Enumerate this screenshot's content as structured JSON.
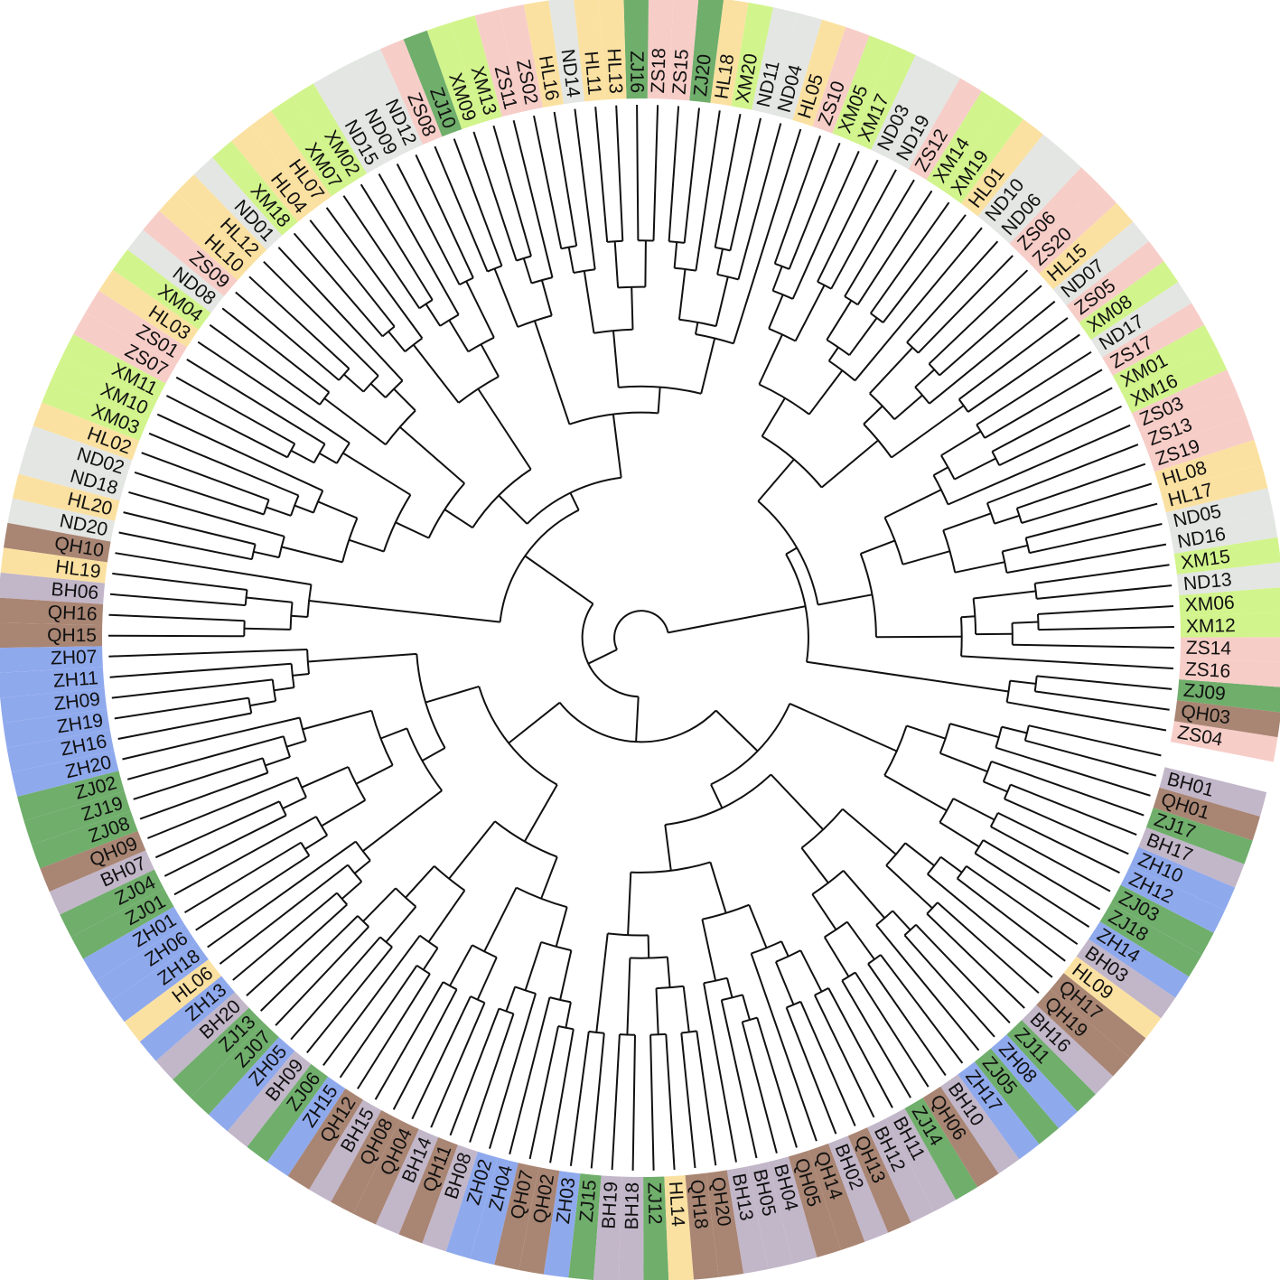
{
  "group_colors": {
    "ZS": "#f7cdc8",
    "XM": "#d2f48c",
    "ND": "#e3e6e3",
    "HL": "#fbe1a1",
    "ZJ": "#6fae6b",
    "QH": "#a98573",
    "BH": "#c2b6c9",
    "ZH": "#8fa9ed"
  },
  "tips": [
    "ZS04",
    "QH03",
    "ZJ09",
    "ZS16",
    "ZS14",
    "XM12",
    "XM06",
    "ND13",
    "XM15",
    "ND16",
    "ND05",
    "HL17",
    "HL08",
    "ZS19",
    "ZS13",
    "ZS03",
    "XM16",
    "XM01",
    "ZS17",
    "ND17",
    "XM08",
    "ZS05",
    "ND07",
    "HL15",
    "ZS20",
    "ZS06",
    "ND06",
    "ND10",
    "HL01",
    "XM19",
    "XM14",
    "ZS12",
    "ND19",
    "ND03",
    "XM17",
    "XM05",
    "ZS10",
    "HL05",
    "ND04",
    "ND11",
    "XM20",
    "HL18",
    "ZJ20",
    "ZS15",
    "ZS18",
    "ZJ16",
    "HL13",
    "HL11",
    "ND14",
    "HL16",
    "ZS02",
    "ZS11",
    "XM13",
    "XM09",
    "ZJ10",
    "ZS08",
    "ND12",
    "ND09",
    "ND15",
    "XM02",
    "XM07",
    "HL07",
    "HL04",
    "XM18",
    "ND01",
    "HL12",
    "HL10",
    "ZS09",
    "ND08",
    "XM04",
    "HL03",
    "ZS01",
    "ZS07",
    "XM11",
    "XM10",
    "XM03",
    "HL02",
    "ND02",
    "ND18",
    "HL20",
    "ND20",
    "QH10",
    "HL19",
    "BH06",
    "QH16",
    "QH15",
    "ZH07",
    "ZH11",
    "ZH09",
    "ZH19",
    "ZH16",
    "ZH20",
    "ZJ02",
    "ZJ19",
    "ZJ08",
    "QH09",
    "BH07",
    "ZJ04",
    "ZJ01",
    "ZH01",
    "ZH06",
    "ZH18",
    "HL06",
    "ZH13",
    "BH20",
    "ZJ13",
    "ZJ07",
    "ZH05",
    "BH09",
    "ZJ06",
    "ZH15",
    "QH12",
    "BH15",
    "QH08",
    "QH04",
    "BH14",
    "QH11",
    "BH08",
    "ZH02",
    "ZH04",
    "QH07",
    "QH02",
    "ZH03",
    "ZJ15",
    "BH19",
    "BH18",
    "ZJ12",
    "HL14",
    "QH18",
    "QH20",
    "BH13",
    "BH05",
    "BH04",
    "QH05",
    "QH14",
    "BH02",
    "QH13",
    "BH12",
    "BH11",
    "ZJ14",
    "QH06",
    "BH10",
    "ZH17",
    "ZJ05",
    "ZH08",
    "ZJ11",
    "BH16",
    "QH19",
    "QH17",
    "HL09",
    "BH03",
    "ZH14",
    "ZJ18",
    "ZJ03",
    "ZH12",
    "ZH10",
    "BH17",
    "ZJ17",
    "QH01",
    "BH01"
  ]
}
